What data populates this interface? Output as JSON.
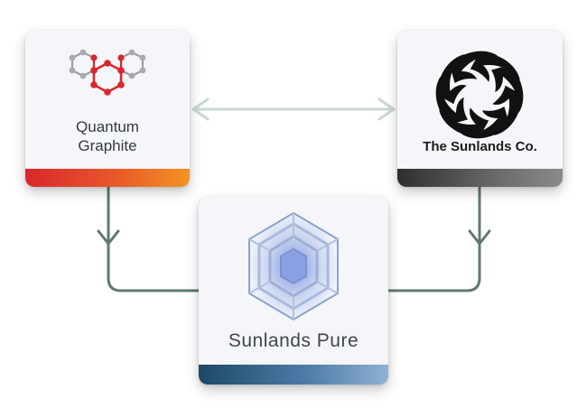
{
  "nodes": {
    "quantum_graphite": {
      "name_line1": "Quantum",
      "name_line2": "Graphite",
      "accent_colors": [
        "#d9272d",
        "#f29324"
      ]
    },
    "sunlands_co": {
      "name": "The Sunlands Co.",
      "accent_colors": [
        "#2e2e2e",
        "#8a8a8a"
      ]
    },
    "sunlands_pure": {
      "name": "Sunlands Pure",
      "accent_colors": [
        "#1e4866",
        "#8fb1d4"
      ]
    }
  },
  "connector_color": "#5f7a6d",
  "bidirectional_arrow_color": "#c8d8cf"
}
